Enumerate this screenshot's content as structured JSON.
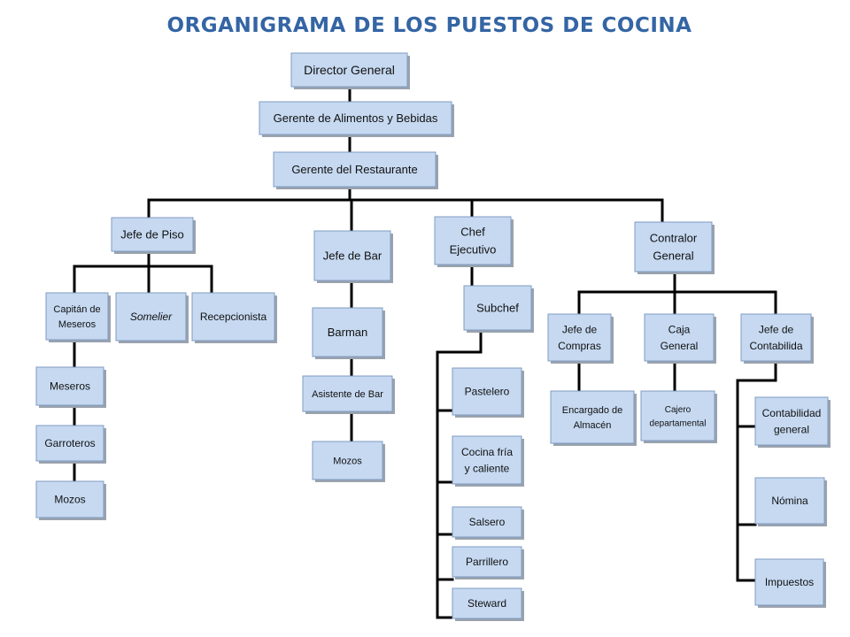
{
  "title": "ORGANIGRAMA DE LOS PUESTOS DE COCINA",
  "nodes": [
    {
      "id": "director",
      "label": [
        "Director General"
      ]
    },
    {
      "id": "gerente_ab",
      "label": [
        "Gerente de Alimentos y Bebidas"
      ]
    },
    {
      "id": "gerente_rest",
      "label": [
        "Gerente del Restaurante"
      ]
    },
    {
      "id": "jefe_piso",
      "label": [
        "Jefe de Piso"
      ]
    },
    {
      "id": "jefe_bar",
      "label": [
        "Jefe de Bar"
      ]
    },
    {
      "id": "chef",
      "label": [
        "Chef",
        "Ejecutivo"
      ]
    },
    {
      "id": "contralor",
      "label": [
        "Contralor",
        "General"
      ]
    },
    {
      "id": "capitan",
      "label": [
        "Capitán de",
        "Meseros"
      ]
    },
    {
      "id": "somelier",
      "label": [
        "Somelier"
      ],
      "italic": true
    },
    {
      "id": "recepcionista",
      "label": [
        "Recepcionista"
      ]
    },
    {
      "id": "meseros",
      "label": [
        "Meseros"
      ]
    },
    {
      "id": "garroteros",
      "label": [
        "Garroteros"
      ]
    },
    {
      "id": "mozos1",
      "label": [
        "Mozos"
      ]
    },
    {
      "id": "barman",
      "label": [
        "Barman"
      ]
    },
    {
      "id": "asistente_bar",
      "label": [
        "Asistente de Bar"
      ]
    },
    {
      "id": "mozos2",
      "label": [
        "Mozos"
      ]
    },
    {
      "id": "subchef",
      "label": [
        "Subchef"
      ]
    },
    {
      "id": "pastelero",
      "label": [
        "Pastelero"
      ]
    },
    {
      "id": "cocina",
      "label": [
        "Cocina fría",
        "y  caliente"
      ]
    },
    {
      "id": "salsero",
      "label": [
        "Salsero"
      ]
    },
    {
      "id": "parrillero",
      "label": [
        "Parrillero"
      ]
    },
    {
      "id": "steward",
      "label": [
        "Steward"
      ]
    },
    {
      "id": "jefe_compras",
      "label": [
        "Jefe de",
        "Compras"
      ]
    },
    {
      "id": "caja",
      "label": [
        "Caja",
        "General"
      ]
    },
    {
      "id": "jefe_conta",
      "label": [
        "Jefe de",
        "Contabilida"
      ]
    },
    {
      "id": "encargado",
      "label": [
        "Encargado de",
        "Almacén"
      ]
    },
    {
      "id": "cajero",
      "label": [
        "Cajero",
        "departamental"
      ]
    },
    {
      "id": "conta_general",
      "label": [
        "Contabilidad",
        "general"
      ]
    },
    {
      "id": "nomina",
      "label": [
        "Nómina"
      ]
    },
    {
      "id": "impuestos",
      "label": [
        "Impuestos"
      ]
    }
  ]
}
